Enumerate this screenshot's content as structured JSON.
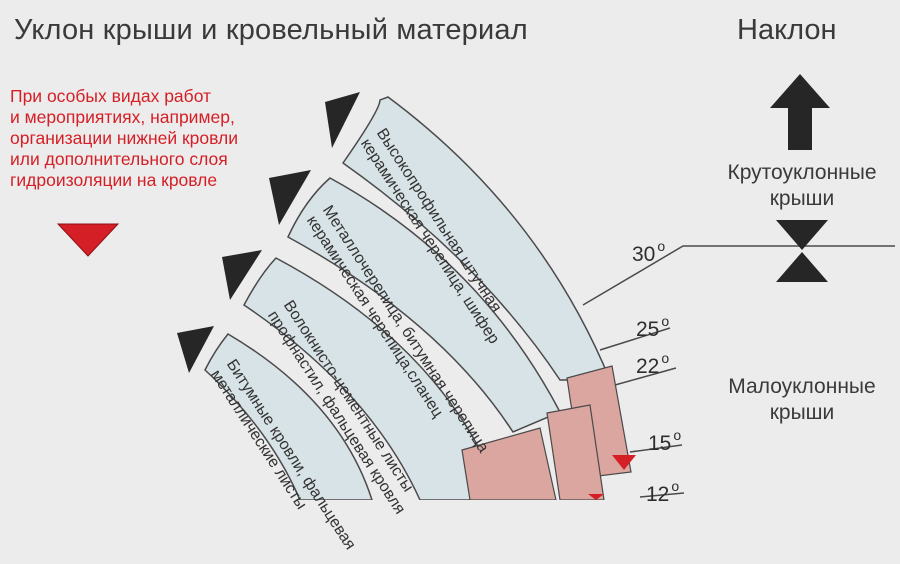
{
  "title": "Уклон крыши и кровельный материал",
  "incline_title": "Наклон",
  "red_note": [
    "При особых видах работ",
    "и мероприятиях, например,",
    "организации нижней кровли",
    "или дополнительного слоя",
    "гидроизоляции на кровле"
  ],
  "steep_label": [
    "Крутоуклонные",
    "крыши"
  ],
  "gentle_label": [
    "Малоуклонные",
    "крыши"
  ],
  "angles": [
    "30",
    "25",
    "22",
    "15",
    "12"
  ],
  "angle_unit": "o",
  "bands": [
    {
      "lines": [
        "Высокопрофильная штучная",
        "керамическая черепица, шифер"
      ]
    },
    {
      "lines": [
        "Металлочерепица, битумная черепица",
        "керамическая черепица,сланец"
      ]
    },
    {
      "lines": [
        "Волокнисто-цементные листы",
        "профнастил, фальцевая кровля"
      ]
    },
    {
      "lines": [
        "Битумные кровли, фальцевая",
        "металлические листы"
      ]
    }
  ],
  "colors": {
    "band_fill": "#d8e3e7",
    "band_stroke": "#4a4a4a",
    "red_zone": "#dba6a0",
    "red_accent": "#d51f26",
    "arrow": "#262626"
  },
  "icons": [
    "up-arrow-icon",
    "hourglass-icon",
    "red-warning-triangle-icon"
  ]
}
